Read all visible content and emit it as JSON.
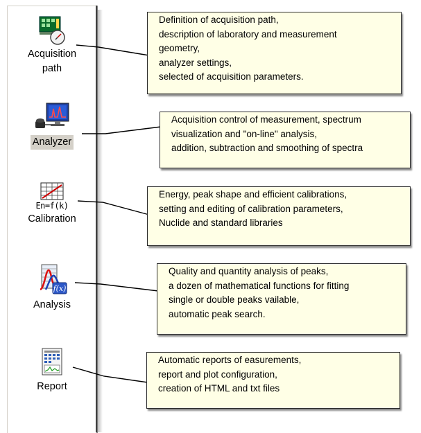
{
  "tools": [
    {
      "id": "acquisition",
      "label_line1": "Acquisition",
      "label_line2": "path",
      "icon": "acquisition-path-icon"
    },
    {
      "id": "analyzer",
      "label": "Analyzer",
      "icon": "analyzer-icon",
      "selected": true
    },
    {
      "id": "calibration",
      "icon_text": "En=f(k)",
      "label": "Calibration",
      "icon": "calibration-icon"
    },
    {
      "id": "analysis",
      "label": "Analysis",
      "icon": "analysis-icon"
    },
    {
      "id": "report",
      "label": "Report",
      "icon": "report-icon"
    }
  ],
  "callouts": {
    "acquisition": [
      "Definition of acquisition path,",
      "description of laboratory and measurement",
      "geometry,",
      "analyzer settings,",
      "selected of acquisition parameters."
    ],
    "analyzer": [
      "Acquisition control of measurement, spectrum",
      "visualization and \"on-line\" analysis,",
      "addition, subtraction and smoothing of spectra"
    ],
    "calibration": [
      "Energy, peak shape and efficient calibrations,",
      "setting and editing of calibration parameters,",
      "Nuclide and standard libraries"
    ],
    "analysis": [
      "Quality and quantity analysis of peaks,",
      "a dozen of mathematical functions for fitting",
      "single or double peaks vailable,",
      "automatic peak search."
    ],
    "report": [
      "Automatic reports of easurements,",
      "report and plot configuration,",
      "creation of HTML and txt files"
    ]
  },
  "colors": {
    "callout_bg": "#ffffe6",
    "selected_bg": "#d4d0c8",
    "connector": "#000000"
  }
}
